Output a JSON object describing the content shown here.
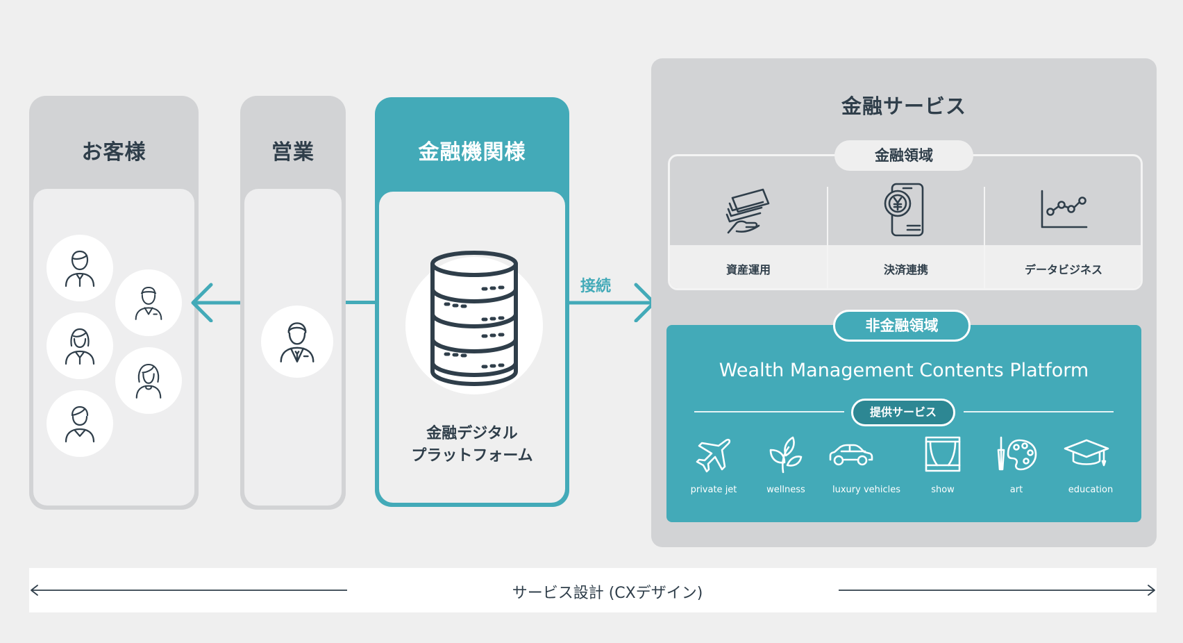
{
  "columns": {
    "customers": "お客様",
    "sales": "営業",
    "institution": "金融機関様"
  },
  "platform": {
    "line1": "金融デジタル",
    "line2": "プラットフォーム"
  },
  "connect_label": "接続",
  "services": {
    "title": "金融サービス",
    "financial": {
      "label": "金融領域",
      "items": [
        "資産運用",
        "決済連携",
        "データビジネス"
      ]
    },
    "nonfinancial": {
      "label": "非金融領域",
      "platform_title": "Wealth Management Contents Platform",
      "provided_label": "提供サービス",
      "items": [
        "private jet",
        "wellness",
        "luxury vehicles",
        "show",
        "art",
        "education"
      ]
    }
  },
  "footer": {
    "label": "サービス設計 (CXデザイン)"
  },
  "colors": {
    "teal": "#43aab8",
    "navy": "#2f3e4a",
    "panel_gray": "#d2d3d5",
    "background": "#efefef"
  }
}
